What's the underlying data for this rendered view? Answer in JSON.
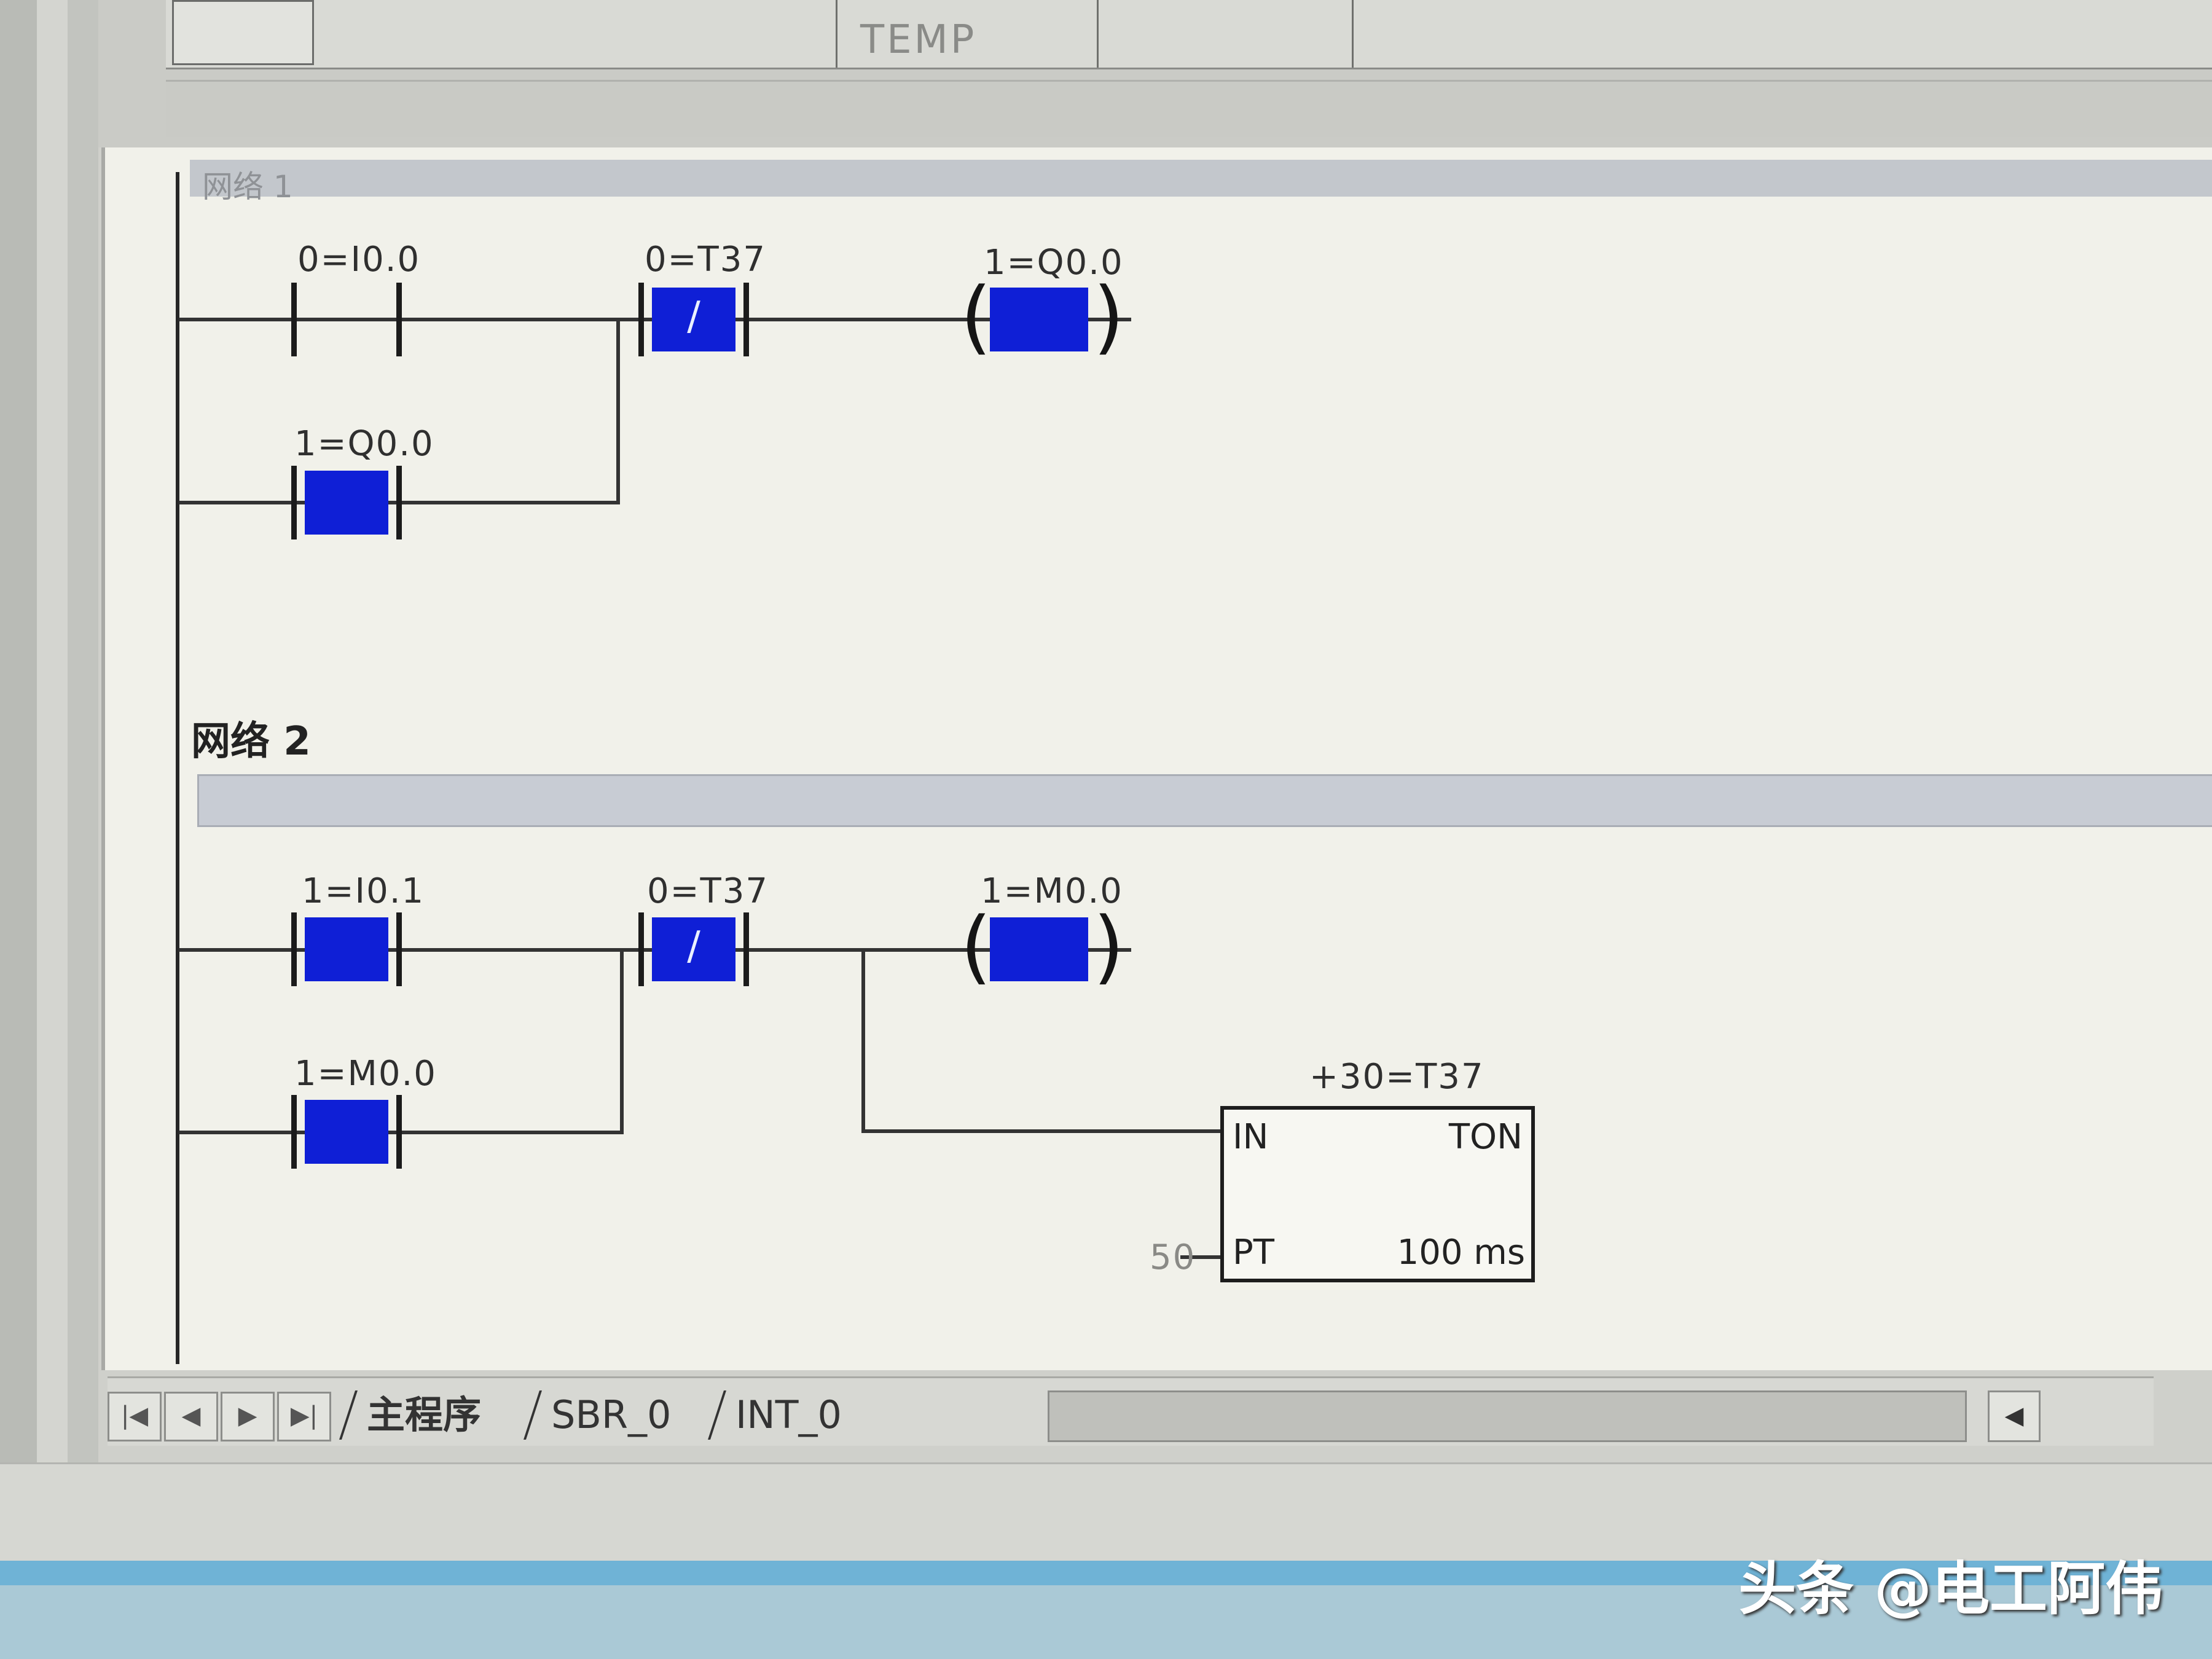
{
  "var_table": {
    "temp_label": "TEMP"
  },
  "network1": {
    "header_text": "网络 1",
    "contact_i00_label": "0=I0.0",
    "contact_t37_label": "0=T37",
    "contact_t37_symbol": "/",
    "coil_q00_label": "1=Q0.0",
    "contact_q00_label": "1=Q0.0"
  },
  "network2": {
    "title": "网络 2",
    "contact_i01_label": "1=I0.1",
    "contact_t37_label": "0=T37",
    "contact_t37_symbol": "/",
    "coil_m00_label": "1=M0.0",
    "contact_m00_label": "1=M0.0",
    "timer": {
      "label": "+30=T37",
      "in": "IN",
      "type": "TON",
      "pt_value": "50",
      "pt": "PT",
      "base": "100 ms"
    }
  },
  "tabs": {
    "nav": [
      "|◀",
      "◀",
      "▶",
      "▶|"
    ],
    "items": [
      "主程序",
      "SBR_0",
      "INT_0"
    ],
    "active": "主程序",
    "scroll_left": "◀"
  },
  "watermark": "头条 @电工阿伟"
}
